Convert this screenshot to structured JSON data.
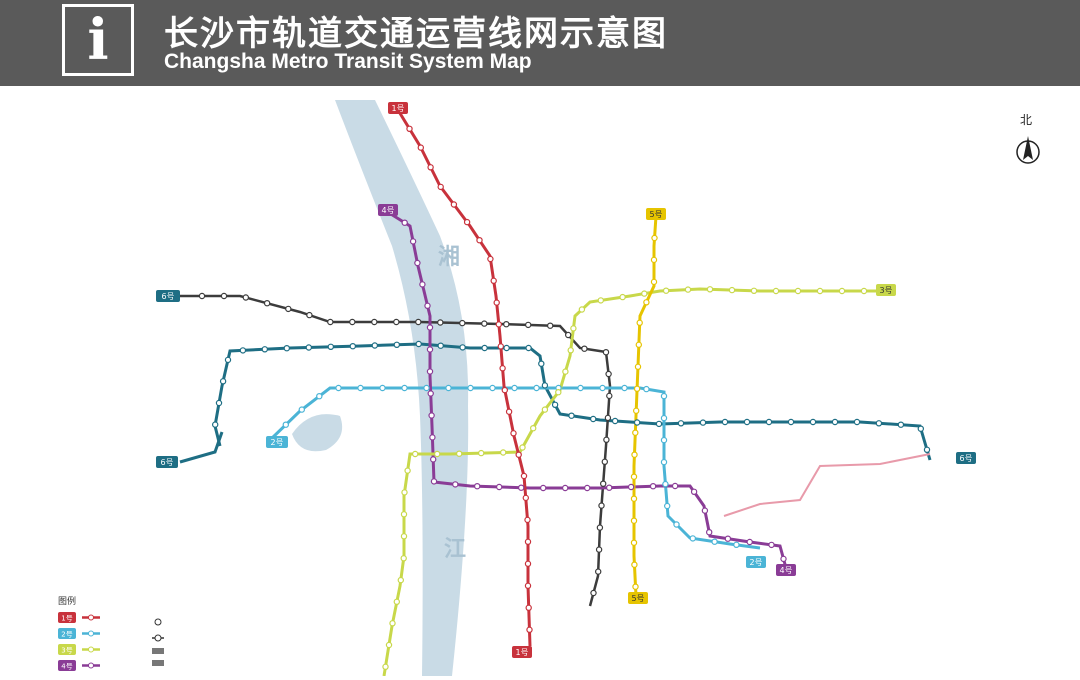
{
  "header": {
    "info_symbol": "i",
    "title_cn": "长沙市轨道交通运营线网示意图",
    "title_en": "Changsha Metro Transit System Map"
  },
  "compass": {
    "label": "北",
    "icon": "north-arrow-icon"
  },
  "river": {
    "label_top": "湘",
    "label_bottom": "江",
    "color": "#c9dbe6"
  },
  "lines": [
    {
      "id": "1",
      "badge": "1号",
      "color": "#c8323c"
    },
    {
      "id": "2",
      "badge": "2号",
      "color": "#4bb4d6"
    },
    {
      "id": "3",
      "badge": "3号",
      "color": "#c8d84a"
    },
    {
      "id": "4",
      "badge": "4号",
      "color": "#8a3c96"
    },
    {
      "id": "5",
      "badge": "5号",
      "color": "#e6c400"
    },
    {
      "id": "6",
      "badge": "6号",
      "color": "#1e6e84"
    },
    {
      "id": "x",
      "badge": "",
      "color": "#3c3c3c"
    },
    {
      "id": "m",
      "badge": "",
      "color": "#e89aaa"
    }
  ],
  "legend": {
    "title": "图例",
    "rows": [
      {
        "badge": "1号",
        "color": "#c8323c"
      },
      {
        "badge": "2号",
        "color": "#4bb4d6"
      },
      {
        "badge": "3号",
        "color": "#c8d84a"
      },
      {
        "badge": "4号",
        "color": "#8a3c96"
      }
    ]
  }
}
